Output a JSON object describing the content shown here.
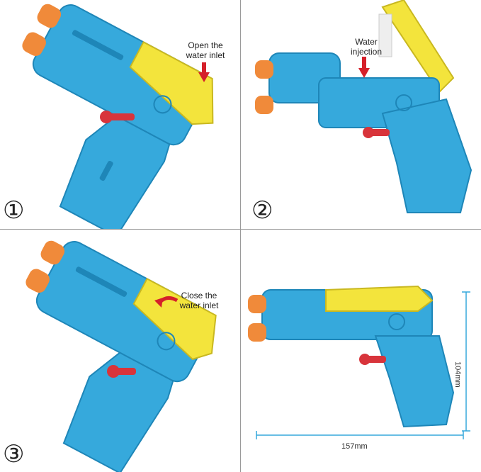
{
  "steps": [
    {
      "number": "①",
      "caption_line1": "Open the",
      "caption_line2": "water inlet"
    },
    {
      "number": "②",
      "caption_line1": "Water",
      "caption_line2": "injection"
    },
    {
      "number": "③",
      "caption_line1": "Close the",
      "caption_line2": "water inlet"
    }
  ],
  "dimensions": {
    "height": "104mm",
    "width": "157mm"
  },
  "colors": {
    "body_blue": "#36a9dc",
    "body_blue_dark": "#1e86b8",
    "top_yellow": "#f3e43c",
    "nozzle_orange": "#f08a3a",
    "plunger_red": "#d8343b",
    "arrow_red": "#d5202a"
  },
  "icons": [
    "down-arrow-icon",
    "curved-arrow-icon",
    "dimension-arrow-icon"
  ]
}
